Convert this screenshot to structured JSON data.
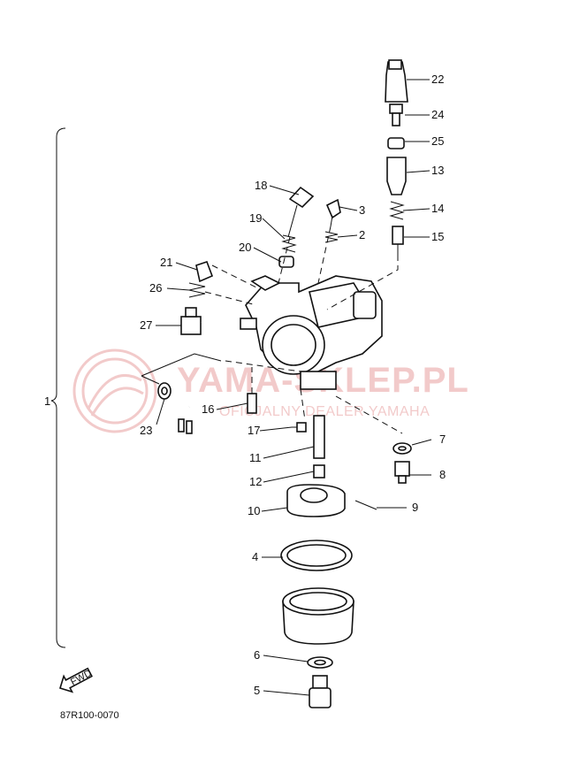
{
  "diagram": {
    "reference_code": "87R100-0070",
    "group_label": "1",
    "direction_badge": "FWD",
    "watermark": {
      "title": "YAMA-SKLEP.PL",
      "subtitle": "OFICJALNY DEALER YAMAHA",
      "color": "#e8a0a0"
    },
    "callouts": [
      {
        "id": "c22",
        "label": "22"
      },
      {
        "id": "c24",
        "label": "24"
      },
      {
        "id": "c25",
        "label": "25"
      },
      {
        "id": "c13",
        "label": "13"
      },
      {
        "id": "c18",
        "label": "18"
      },
      {
        "id": "c3",
        "label": "3"
      },
      {
        "id": "c14",
        "label": "14"
      },
      {
        "id": "c19",
        "label": "19"
      },
      {
        "id": "c2",
        "label": "2"
      },
      {
        "id": "c15",
        "label": "15"
      },
      {
        "id": "c20",
        "label": "20"
      },
      {
        "id": "c21",
        "label": "21"
      },
      {
        "id": "c26",
        "label": "26"
      },
      {
        "id": "c27",
        "label": "27"
      },
      {
        "id": "c16",
        "label": "16"
      },
      {
        "id": "c23",
        "label": "23"
      },
      {
        "id": "c17",
        "label": "17"
      },
      {
        "id": "c7",
        "label": "7"
      },
      {
        "id": "c11",
        "label": "11"
      },
      {
        "id": "c8",
        "label": "8"
      },
      {
        "id": "c12",
        "label": "12"
      },
      {
        "id": "c9",
        "label": "9"
      },
      {
        "id": "c10",
        "label": "10"
      },
      {
        "id": "c4",
        "label": "4"
      },
      {
        "id": "c6",
        "label": "6"
      },
      {
        "id": "c5",
        "label": "5"
      }
    ]
  }
}
